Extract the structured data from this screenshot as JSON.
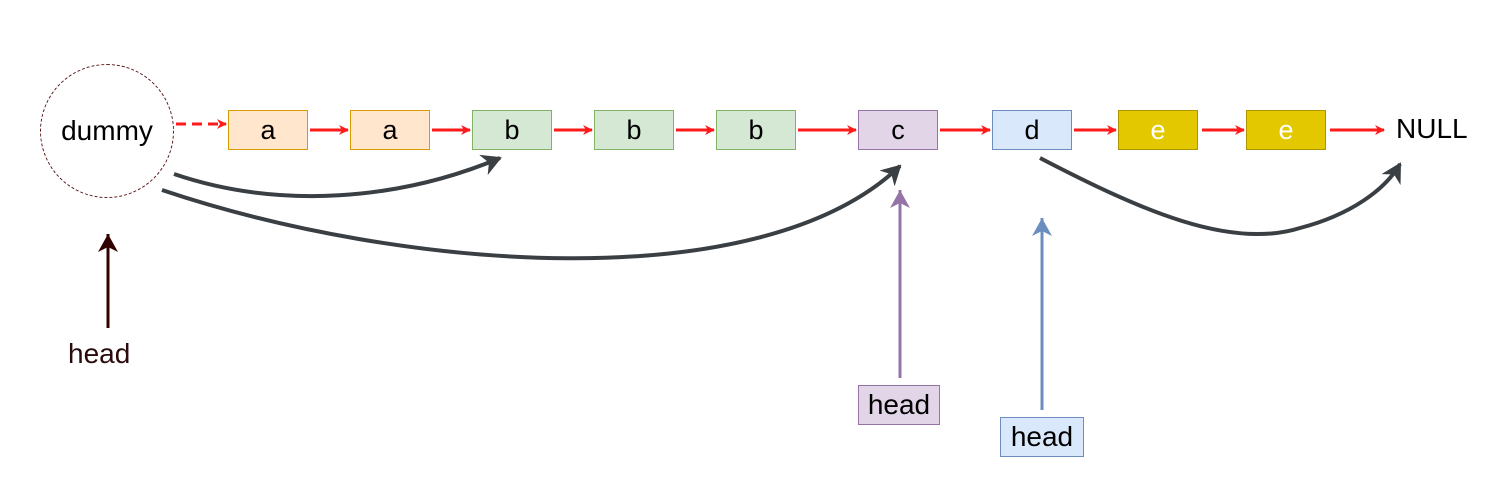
{
  "diagram": {
    "dummy_label": "dummy",
    "null_label": "NULL",
    "nodes": [
      {
        "label": "a",
        "fill": "#ffe6cc",
        "stroke": "#d79b00",
        "text_color": "#000000"
      },
      {
        "label": "a",
        "fill": "#ffe6cc",
        "stroke": "#d79b00",
        "text_color": "#000000"
      },
      {
        "label": "b",
        "fill": "#d5e8d4",
        "stroke": "#82b366",
        "text_color": "#000000"
      },
      {
        "label": "b",
        "fill": "#d5e8d4",
        "stroke": "#82b366",
        "text_color": "#000000"
      },
      {
        "label": "b",
        "fill": "#d5e8d4",
        "stroke": "#82b366",
        "text_color": "#000000"
      },
      {
        "label": "c",
        "fill": "#e1d5e7",
        "stroke": "#9673a6",
        "text_color": "#000000"
      },
      {
        "label": "d",
        "fill": "#dae8fc",
        "stroke": "#6c8ebf",
        "text_color": "#000000"
      },
      {
        "label": "e",
        "fill": "#e3c800",
        "stroke": "#b09500",
        "text_color": "#ffffff"
      },
      {
        "label": "e",
        "fill": "#e3c800",
        "stroke": "#b09500",
        "text_color": "#ffffff"
      }
    ],
    "pointers": [
      {
        "label": "head",
        "color": "#330000"
      },
      {
        "label": "head",
        "color": "#9673a6",
        "fill": "#e1d5e7"
      },
      {
        "label": "head",
        "color": "#6c8ebf",
        "fill": "#dae8fc"
      }
    ],
    "colors": {
      "next_link": "#ff1a1a",
      "skip_link": "#3a3f44",
      "dummy_border": "#5a1a1a"
    }
  }
}
